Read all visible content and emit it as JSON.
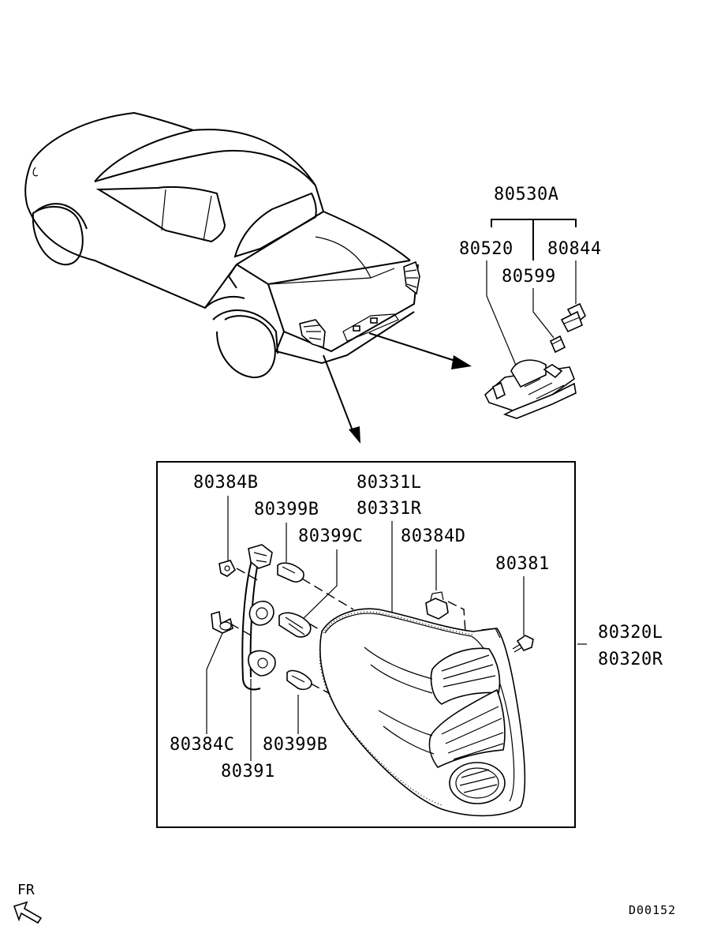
{
  "diagram_code": "D00152",
  "direction_label": "FR",
  "labels": {
    "license_lamp_assy": "80530A",
    "license_lamp_lens": "80520",
    "license_lamp_bulb": "80599",
    "license_lamp_socket": "80844",
    "rear_lamp_housing_left": "80331L",
    "rear_lamp_housing_right": "80331R",
    "bulb_upper_a": "80399B",
    "bulb_upper_b": "80399C",
    "grommet_top": "80384B",
    "grommet_mid": "80384C",
    "clip_top": "80384D",
    "screw": "80381",
    "lamp_assy_left": "80320L",
    "lamp_assy_right": "80320R",
    "bulb_lower": "80399B",
    "socket_harness": "80391"
  }
}
